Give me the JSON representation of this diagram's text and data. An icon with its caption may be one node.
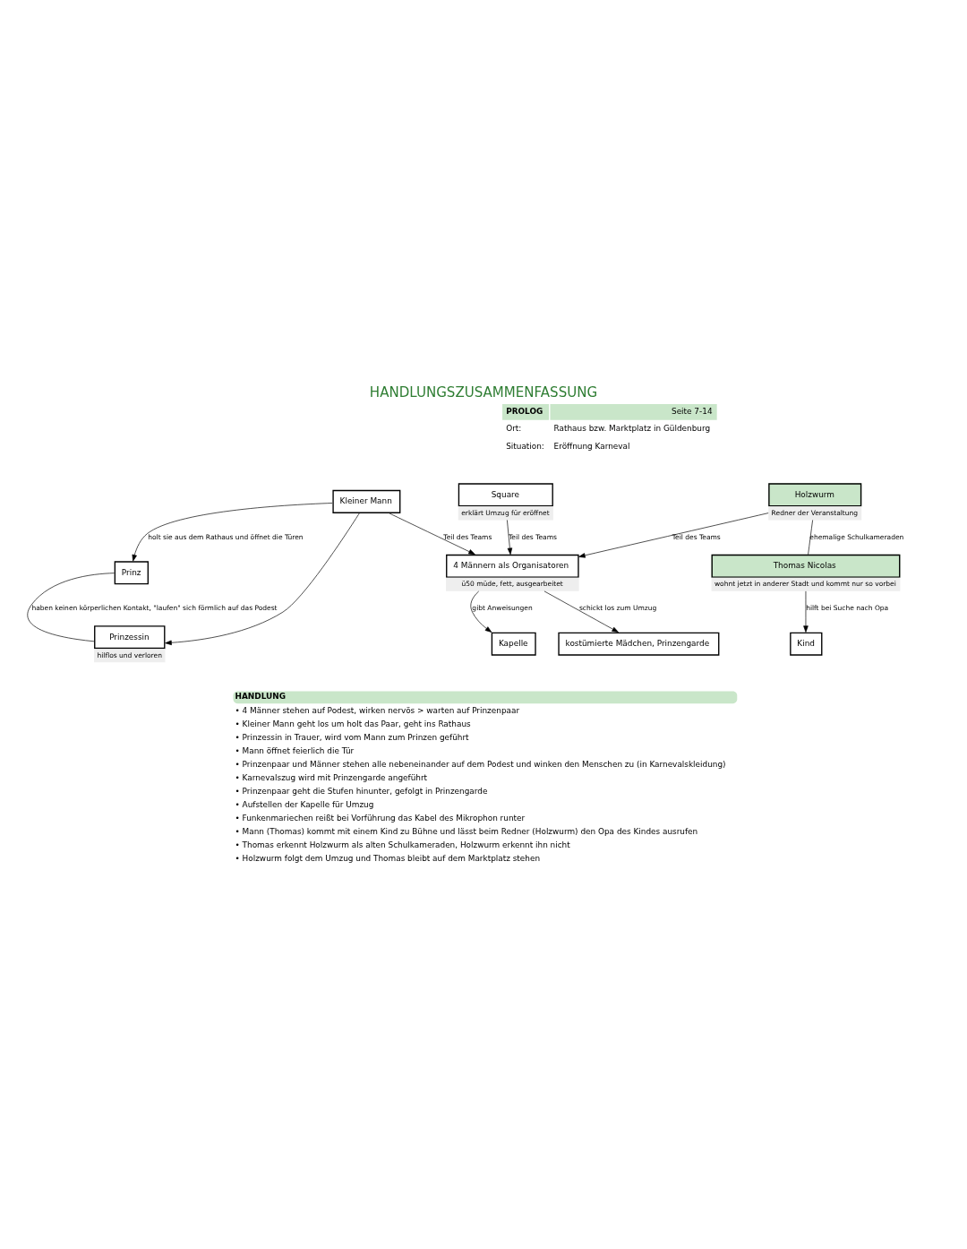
{
  "diagram": {
    "title": "HANDLUNGSZUSAMMENFASSUNG",
    "nodes": [
      {
        "text": [
          "Kleiner Mann"
        ]
      },
      {
        "text": [
          "Square"
        ],
        "beside": [
          "erklärt Umzug für eröffnet"
        ]
      },
      {
        "text": [
          "Prinz"
        ]
      },
      {
        "text": [
          "Kapelle"
        ]
      },
      {
        "text": [
          "4 Männern als Organisatoren"
        ],
        "beside": [
          "ü50 müde, fett, ausgearbeitet"
        ]
      },
      {
        "text": [
          "Kind"
        ]
      },
      {
        "text": [
          "kostümierte Mädchen, Prinzengarde"
        ]
      },
      {
        "text": [
          "Prinzessin"
        ],
        "beside": [
          "hilflos und verloren"
        ]
      },
      {
        "text": [
          "Holzwurm"
        ],
        "beside": [
          "Redner der Veranstaltung"
        ]
      },
      {
        "text": [
          "Thomas Nicolas"
        ],
        "beside": [
          "wohnt jetzt in anderer Stadt und kommt nur so vorbei"
        ]
      }
    ],
    "edges": [
      {
        "from": 0,
        "to": 2,
        "arrow": "to",
        "label": "holt sie aus dem Rathaus und öffnet die Türen"
      },
      {
        "from": 0,
        "to": 7,
        "arrow": "to"
      },
      {
        "from": 2,
        "to": 7,
        "arrow": "none",
        "label": "haben keinen körperlichen Kontakt, \"laufen\" sich förmlich auf das Podest"
      },
      {
        "from": 0,
        "to": 4,
        "arrow": "to",
        "label": "Teil des Teams"
      },
      {
        "from": 1,
        "to": 4,
        "arrow": "to",
        "label": "Teil des Teams"
      },
      {
        "from": 4,
        "to": 3,
        "arrow": "to",
        "label": "gibt Anweisungen"
      },
      {
        "from": 8,
        "to": 4,
        "arrow": "to",
        "label": "Teil des Teams"
      },
      {
        "from": 4,
        "to": 6,
        "arrow": "to",
        "label": "schickt los zum Umzug"
      },
      {
        "from": 8,
        "to": 9,
        "arrow": "none",
        "label": "ehemalige Schulkameraden"
      },
      {
        "from": 9,
        "to": 5,
        "arrow": "to",
        "label": "hilft bei Suche nach Opa"
      }
    ],
    "labels": [
      "PROLOG",
      "Seite 7-14",
      "Ort:",
      "Rathaus bzw. Marktplatz in Güldenburg",
      "Situation:",
      "Eröffnung Karneval",
      "HANDLUNG",
      "• 4 Männer stehen auf Podest, wirken nervös > warten auf Prinzenpaar",
      "• Kleiner Mann geht los um holt das Paar, geht ins Rathaus",
      "• Prinzessin in Trauer, wird vom Mann zum Prinzen geführt",
      "• Mann öffnet feierlich die Tür",
      "• Prinzenpaar und Männer stehen alle nebeneinander auf dem Podest und winken den Menschen zu (in Karnevalskleidung)",
      "• Karnevalszug wird mit Prinzengarde angeführt",
      "• Prinzenpaar geht die Stufen hinunter, gefolgt in Prinzengarde",
      "• Aufstellen der Kapelle für Umzug",
      "• Funkenmariechen reißt bei Vorführung das Kabel des Mikrophon runter",
      "• Mann (Thomas) kommt mit einem Kind zu Bühne und lässt beim Redner (Holzwurm) den Opa des Kindes ausrufen",
      "• Thomas erkennt Holzwurm als alten Schulkameraden, Holzwurm erkennt ihn nicht",
      "• Holzwurm folgt dem Umzug und Thomas bleibt auf dem Marktplatz stehen"
    ]
  }
}
